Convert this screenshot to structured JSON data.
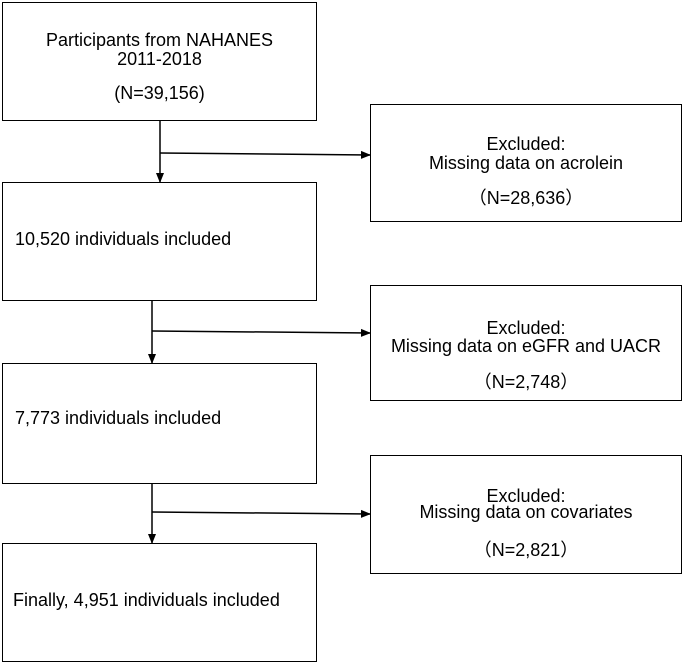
{
  "flow": {
    "start": {
      "line1": "Participants from NAHANES",
      "line2": "2011-2018",
      "count": "(N=39,156)"
    },
    "step1": {
      "text": "10,520 individuals  included"
    },
    "step2": {
      "text": "7,773 individuals  included"
    },
    "step3": {
      "text": "Finally, 4,951 individuals  included"
    }
  },
  "exclusions": [
    {
      "title": "Excluded:",
      "reason": "Missing data on acrolein",
      "count": "（N=28,636）"
    },
    {
      "title": "Excluded:",
      "reason": "Missing data on eGFR and UACR",
      "count": "（N=2,748）"
    },
    {
      "title": "Excluded:",
      "reason": "Missing data on covariates",
      "count": "（N=2,821）"
    }
  ]
}
